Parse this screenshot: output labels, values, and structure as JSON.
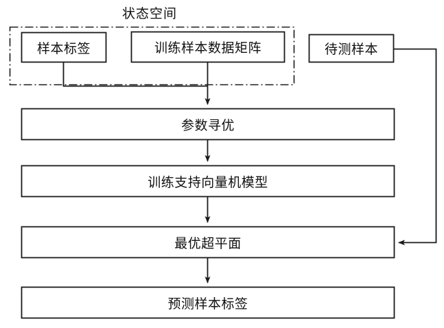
{
  "diagram": {
    "title": "状态空间",
    "group": {
      "label": "状态空间",
      "style": "dash-dot-border"
    },
    "nodes": [
      {
        "id": "sample-label",
        "label": "样本标签",
        "group": "state-space"
      },
      {
        "id": "training-matrix",
        "label": "训练样本数据矩阵",
        "group": "state-space"
      },
      {
        "id": "test-sample",
        "label": "待测样本",
        "group": "none"
      },
      {
        "id": "parameter-optimize",
        "label": "参数寻优",
        "group": "none"
      },
      {
        "id": "train-svm-model",
        "label": "训练支持向量机模型",
        "group": "none"
      },
      {
        "id": "optimal-hyperplane",
        "label": "最优超平面",
        "group": "none"
      },
      {
        "id": "predicted-label",
        "label": "预测样本标签",
        "group": "none"
      }
    ],
    "edges": [
      {
        "from": "sample-label",
        "to": "parameter-optimize",
        "arrow": true
      },
      {
        "from": "training-matrix",
        "to": "parameter-optimize",
        "arrow": true
      },
      {
        "from": "parameter-optimize",
        "to": "train-svm-model",
        "arrow": true
      },
      {
        "from": "train-svm-model",
        "to": "optimal-hyperplane",
        "arrow": true
      },
      {
        "from": "optimal-hyperplane",
        "to": "predicted-label",
        "arrow": true
      },
      {
        "from": "test-sample",
        "to": "optimal-hyperplane",
        "arrow": true
      }
    ],
    "colors": {
      "stroke": "#1a1a1a",
      "fill": "#ffffff",
      "text": "#111111",
      "background": "#ffffff"
    }
  }
}
